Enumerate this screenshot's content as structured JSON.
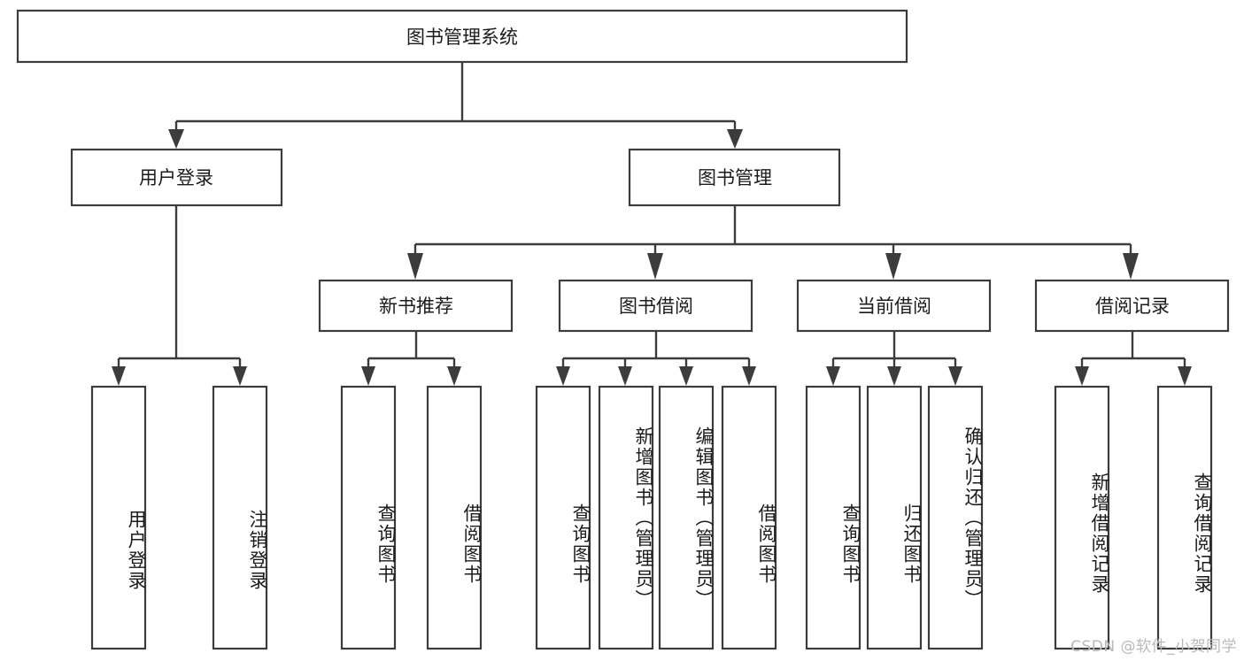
{
  "diagram": {
    "title": "图书管理系统",
    "type": "tree",
    "watermark": "CSDN @软件_小贺同学",
    "colors": {
      "stroke": "#3c3c3c",
      "box_fill": "#ffffff",
      "text": "#1b1b1b",
      "background": "#ffffff",
      "watermark": "#b9b9b9"
    },
    "root": {
      "label": "图书管理系统"
    },
    "level2": [
      {
        "label": "用户登录"
      },
      {
        "label": "图书管理"
      }
    ],
    "level3": [
      {
        "label": "新书推荐"
      },
      {
        "label": "图书借阅"
      },
      {
        "label": "当前借阅"
      },
      {
        "label": "借阅记录"
      }
    ],
    "leaves": {
      "user_login": [
        {
          "label": "用户登录"
        },
        {
          "label": "注销登录"
        }
      ],
      "new_book_recommend": [
        {
          "label": "查询图书"
        },
        {
          "label": "借阅图书"
        }
      ],
      "book_borrow": [
        {
          "label": "查询图书"
        },
        {
          "label": "新增图书（管理员）"
        },
        {
          "label": "编辑图书（管理员）"
        },
        {
          "label": "借阅图书"
        }
      ],
      "current_borrow": [
        {
          "label": "查询图书"
        },
        {
          "label": "归还图书"
        },
        {
          "label": "确认归还（管理员）"
        }
      ],
      "borrow_record": [
        {
          "label": "新增借阅记录"
        },
        {
          "label": "查询借阅记录"
        }
      ]
    }
  }
}
